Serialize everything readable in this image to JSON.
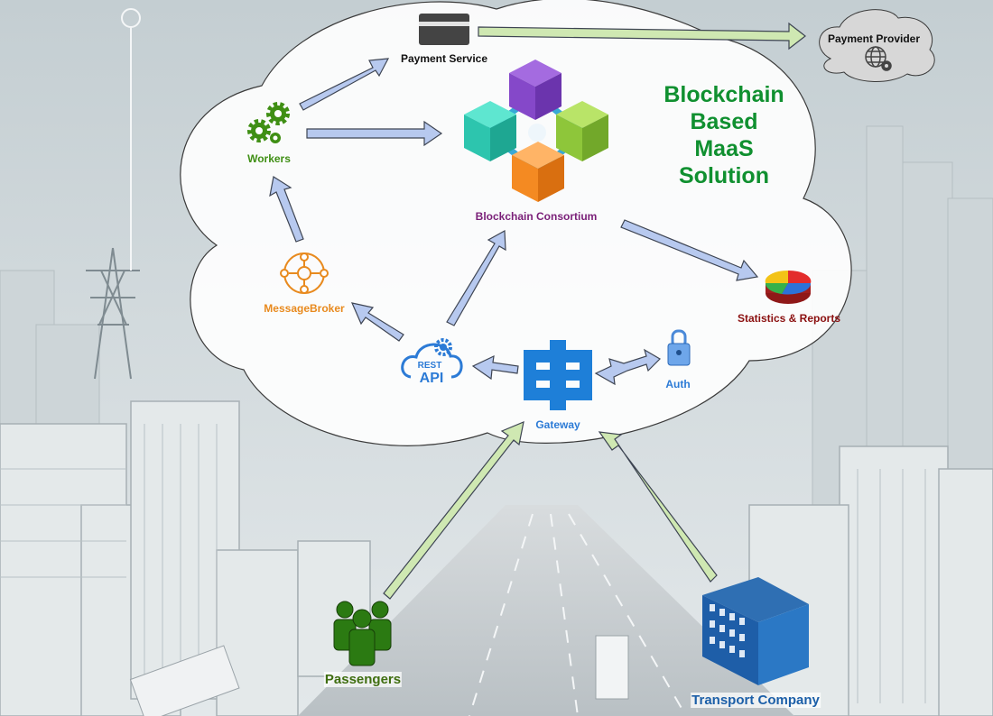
{
  "title_lines": [
    "Blockchain",
    "Based",
    "MaaS",
    "Solution"
  ],
  "nodes": {
    "payment_service": "Payment Service",
    "payment_provider": "Payment Provider",
    "workers": "Workers",
    "blockchain_consortium": "Blockchain Consortium",
    "message_broker": "MessageBroker",
    "statistics_reports": "Statistics & Reports",
    "rest_api": "REST API",
    "gateway": "Gateway",
    "auth": "Auth",
    "passengers": "Passengers",
    "transport_company": "Transport Company"
  },
  "rest_api_icon": {
    "top": "REST",
    "bottom": "API"
  },
  "colors": {
    "title": "#109030",
    "workers": "#3f8f14",
    "message_broker": "#e88a1e",
    "blockchain_consortium": "#7a1f78",
    "statistics_reports": "#8b1010",
    "blue_service": "#2c7bd6",
    "passengers": "#3f6e10",
    "transport_company": "#1c5fa8",
    "arrow_blue": "#b7c9ef",
    "arrow_green": "#cfe8b2"
  }
}
